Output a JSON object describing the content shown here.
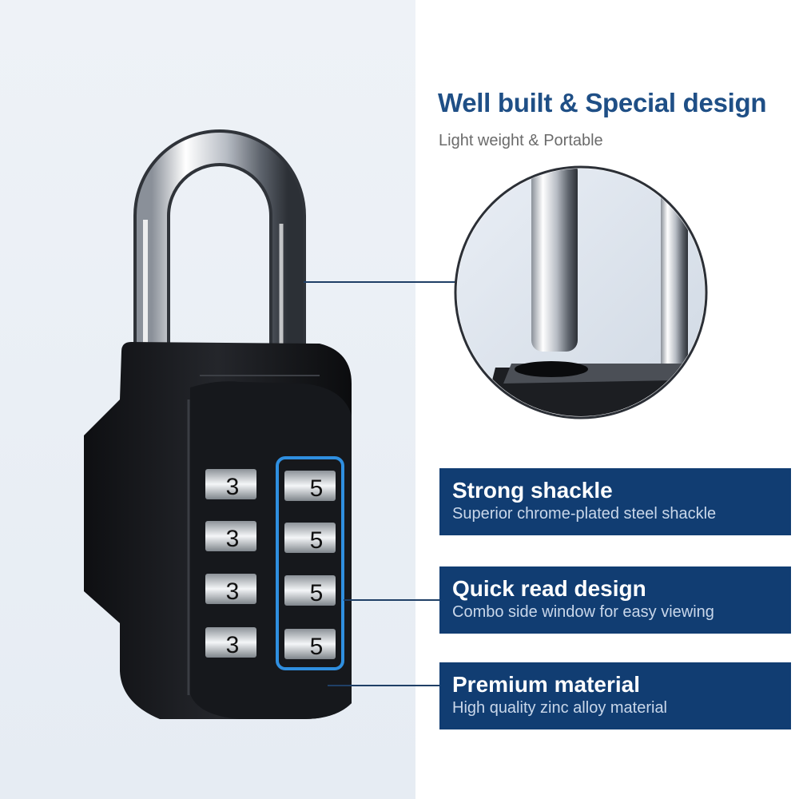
{
  "header": {
    "title": "Well built & Special design",
    "subtitle": "Light weight & Portable"
  },
  "features": [
    {
      "title": "Strong shackle",
      "desc": "Superior chrome-plated steel shackle"
    },
    {
      "title": "Quick read design",
      "desc": "Combo side window for easy viewing"
    },
    {
      "title": "Premium material",
      "desc": "High quality zinc alloy material"
    }
  ],
  "dials": {
    "left_digit": "3",
    "right_digit": "5"
  },
  "colors": {
    "brand_blue": "#1f4f86",
    "card_bg": "#113d72",
    "highlight": "#2f8fe0"
  }
}
